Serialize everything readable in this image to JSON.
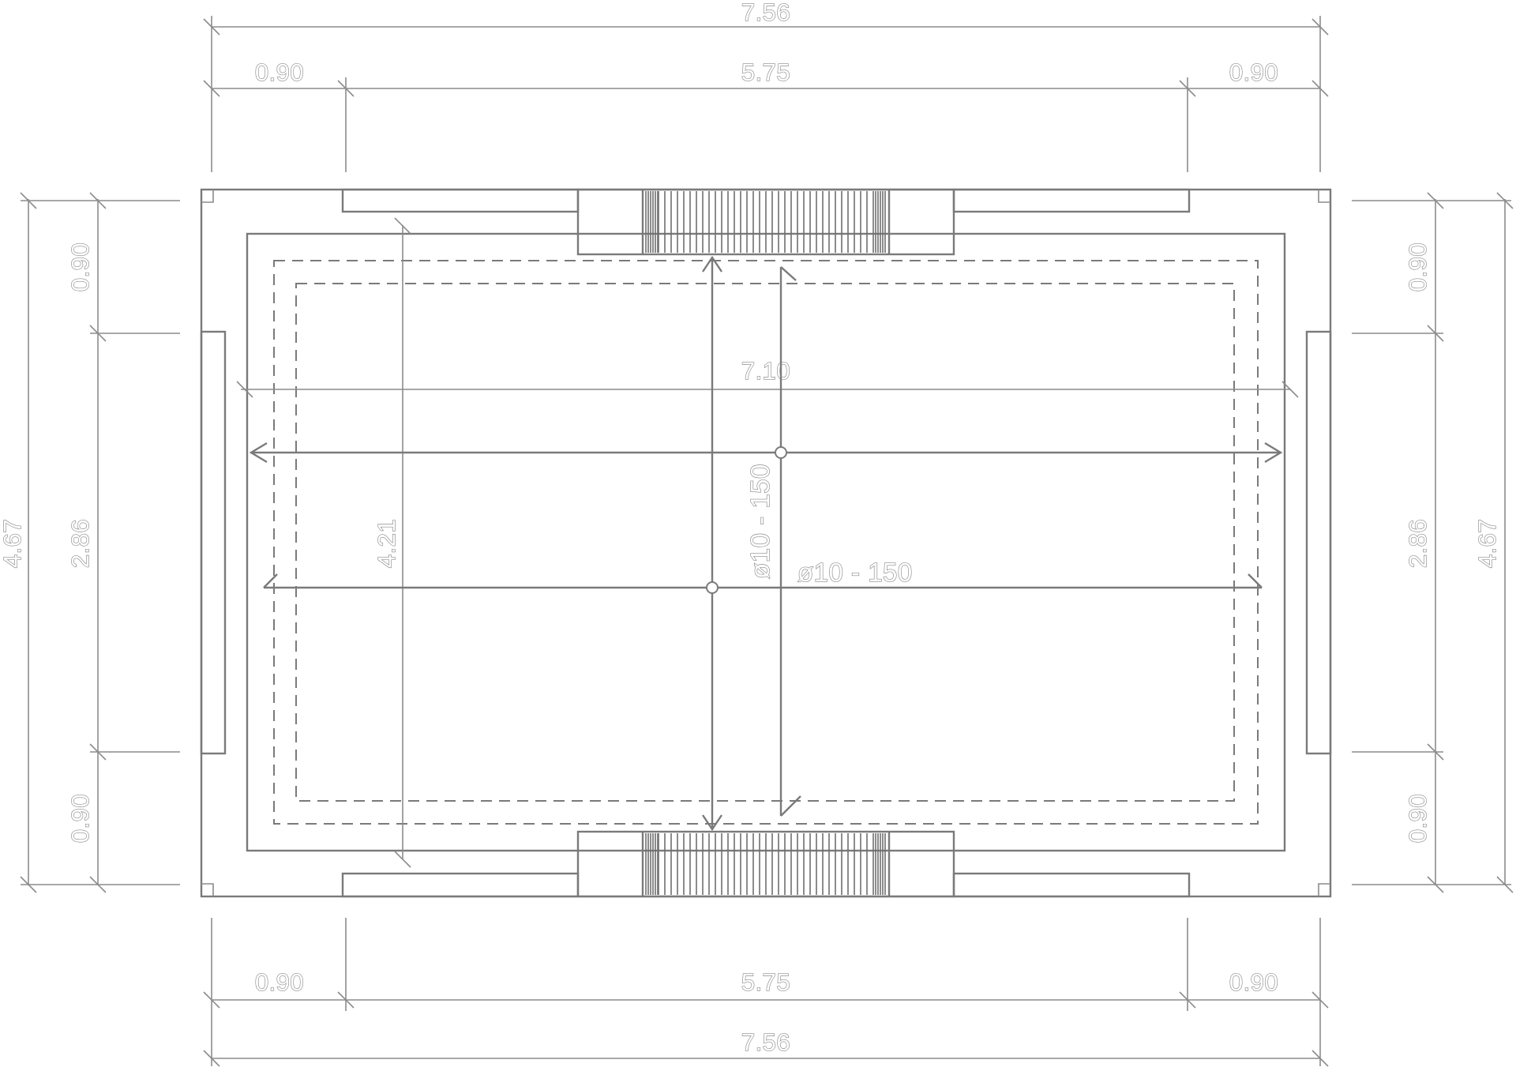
{
  "dimensions": {
    "top_overall": "7.56",
    "top_left": "0.90",
    "top_middle": "5.75",
    "top_right": "0.90",
    "bottom_left": "0.90",
    "bottom_middle": "5.75",
    "bottom_right": "0.90",
    "bottom_overall": "7.56",
    "left_overall": "4.67",
    "left_top": "0.90",
    "left_middle": "2.86",
    "left_bottom": "0.90",
    "right_top": "0.90",
    "right_middle": "2.86",
    "right_bottom": "0.90",
    "right_overall": "4.67",
    "inner_width": "7.10",
    "inner_height": "4.21"
  },
  "reinforcement": {
    "vertical_label": "ø10 - 150",
    "horizontal_label": "ø10 - 150"
  },
  "colors": {
    "line": "#7a7a7a",
    "background": "#ffffff"
  }
}
